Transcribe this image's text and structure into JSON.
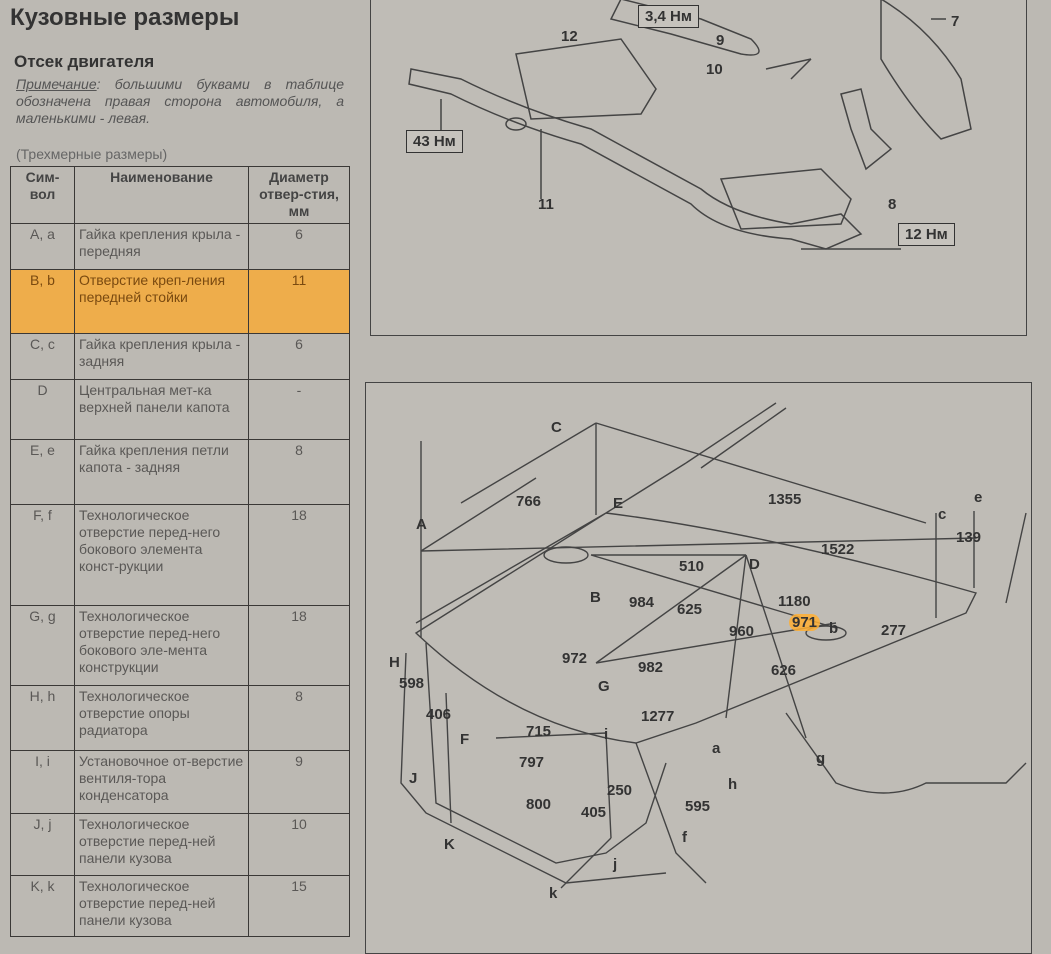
{
  "title": "Кузовные размеры",
  "subtitle": "Отсек двигателя",
  "note": {
    "label": "Примечание",
    "text": ": большими буквами в таблице обозначена правая сторона автомобиля, а маленькими - левая."
  },
  "caption": "(Трехмерные размеры)",
  "table": {
    "headers": [
      "Сим-вол",
      "Наименование",
      "Диаметр отвер-стия, мм"
    ],
    "rows": [
      {
        "symbol": "A, a",
        "name": "Гайка крепления крыла - передняя",
        "diameter": "6"
      },
      {
        "symbol": "B, b",
        "name": "Отверстие креп-ления передней стойки",
        "diameter": "11"
      },
      {
        "symbol": "C, c",
        "name": "Гайка крепления крыла - задняя",
        "diameter": "6"
      },
      {
        "symbol": "D",
        "name": "Центральная мет-ка верхней панели капота",
        "diameter": "-"
      },
      {
        "symbol": "E, e",
        "name": "Гайка крепления петли капота - задняя",
        "diameter": "8"
      },
      {
        "symbol": "F, f",
        "name": "Технологическое отверстие перед-него бокового элемента конст-рукции",
        "diameter": "18"
      },
      {
        "symbol": "G, g",
        "name": "Технологическое отверстие перед-него бокового эле-мента конструкции",
        "diameter": "18"
      },
      {
        "symbol": "H, h",
        "name": "Технологическое отверстие опоры радиатора",
        "diameter": "8"
      },
      {
        "symbol": "I, i",
        "name": "Установочное от-верстие вентиля-тора конденсатора",
        "diameter": "9"
      },
      {
        "symbol": "J, j",
        "name": "Технологическое отверстие перед-ней панели кузова",
        "diameter": "10"
      },
      {
        "symbol": "K, k",
        "name": "Технологическое отверстие перед-ней панели кузова",
        "diameter": "15"
      }
    ]
  },
  "exhaust_diagram": {
    "torques": [
      "3,4 Нм",
      "43 Нм",
      "12 Нм"
    ],
    "callouts": [
      "9",
      "7",
      "12",
      "10",
      "11",
      "8"
    ]
  },
  "body_diagram": {
    "labels": [
      "C",
      "766",
      "E",
      "1355",
      "A",
      "c",
      "e",
      "139",
      "1522",
      "510",
      "D",
      "B",
      "984",
      "625",
      "1180",
      "971",
      "b",
      "277",
      "960",
      "H",
      "598",
      "972",
      "982",
      "626",
      "G",
      "406",
      "1277",
      "715",
      "F",
      "i",
      "a",
      "g",
      "797",
      "J",
      "h",
      "250",
      "800",
      "405",
      "595",
      "K",
      "f",
      "j",
      "k"
    ]
  },
  "colors": {
    "highlight": "#ffaa28",
    "paper": "#bcb9b3",
    "ink": "#333333"
  }
}
